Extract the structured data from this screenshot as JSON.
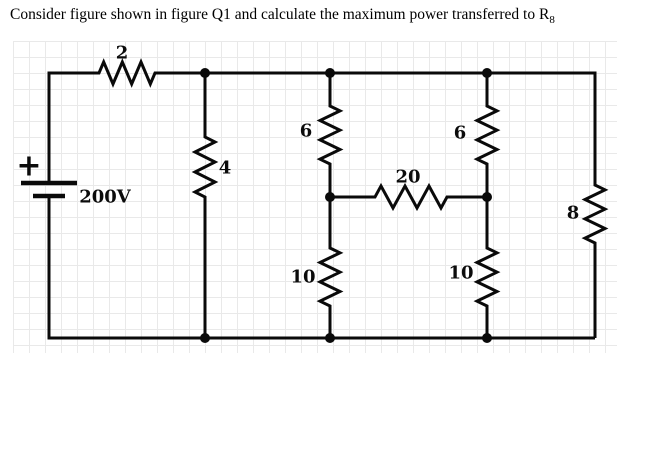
{
  "title": {
    "main": "Consider figure shown in figure Q1 and calculate the maximum power transferred to R",
    "sub": "8"
  },
  "circuit": {
    "source": {
      "voltage": "200V",
      "polarity": "+"
    },
    "labels": {
      "r2": "2",
      "r4": "4",
      "r6_left": "6",
      "r6_right": "6",
      "r20": "20",
      "r10_left": "10",
      "r10_right": "10",
      "r8": "8"
    },
    "colors": {
      "wire": "#0a0a0a",
      "grid": "#e9e9e9"
    }
  }
}
